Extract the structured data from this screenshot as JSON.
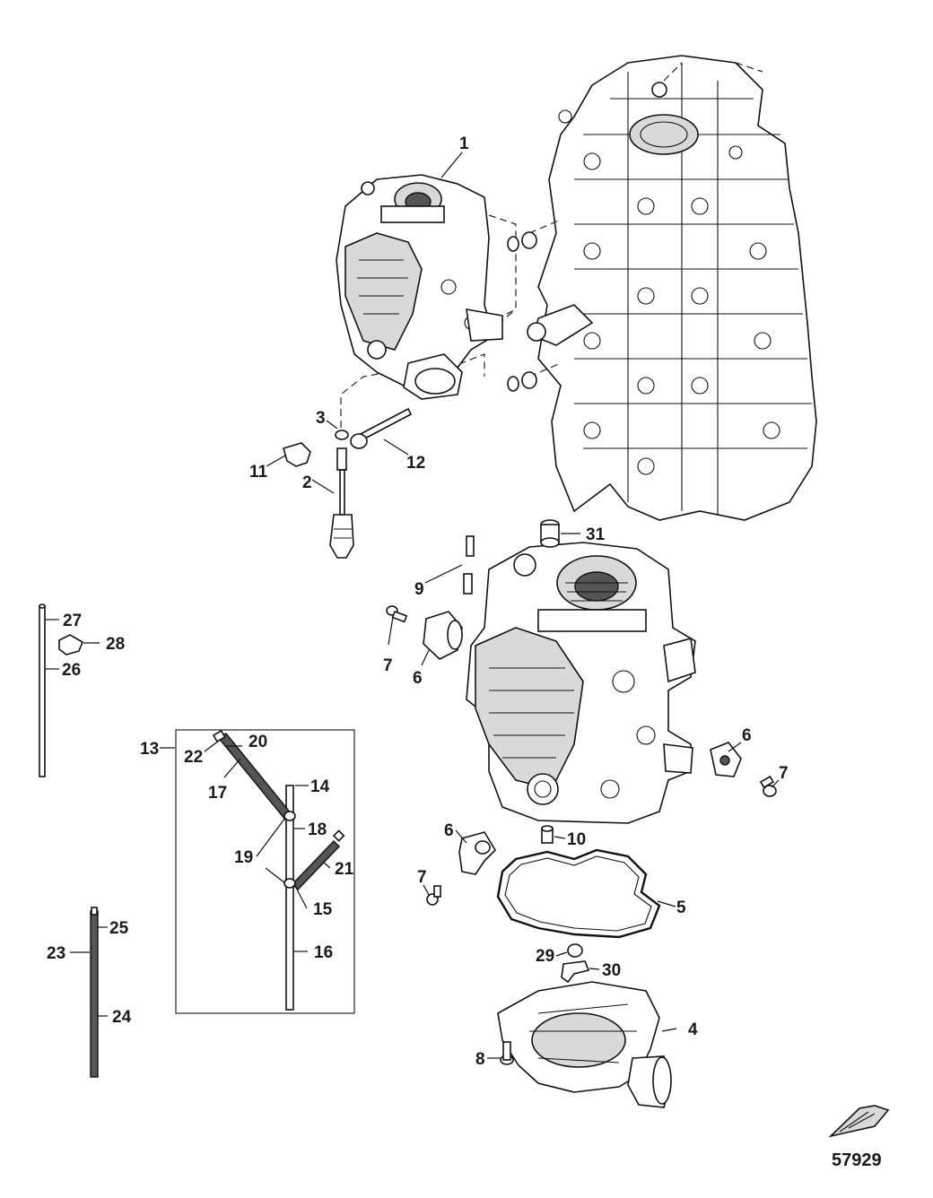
{
  "diagram": {
    "figure_number": "57929",
    "callouts": {
      "c1": "1",
      "c2": "2",
      "c3": "3",
      "c4": "4",
      "c5": "5",
      "c6a": "6",
      "c6b": "6",
      "c6c": "6",
      "c7a": "7",
      "c7b": "7",
      "c7c": "7",
      "c8": "8",
      "c9": "9",
      "c10": "10",
      "c11": "11",
      "c12": "12",
      "c13": "13",
      "c14": "14",
      "c15": "15",
      "c16": "16",
      "c17": "17",
      "c18": "18",
      "c19": "19",
      "c20": "20",
      "c21": "21",
      "c22": "22",
      "c23": "23",
      "c24": "24",
      "c25": "25",
      "c26": "26",
      "c27": "27",
      "c28": "28",
      "c29": "29",
      "c30": "30",
      "c31": "31"
    }
  }
}
